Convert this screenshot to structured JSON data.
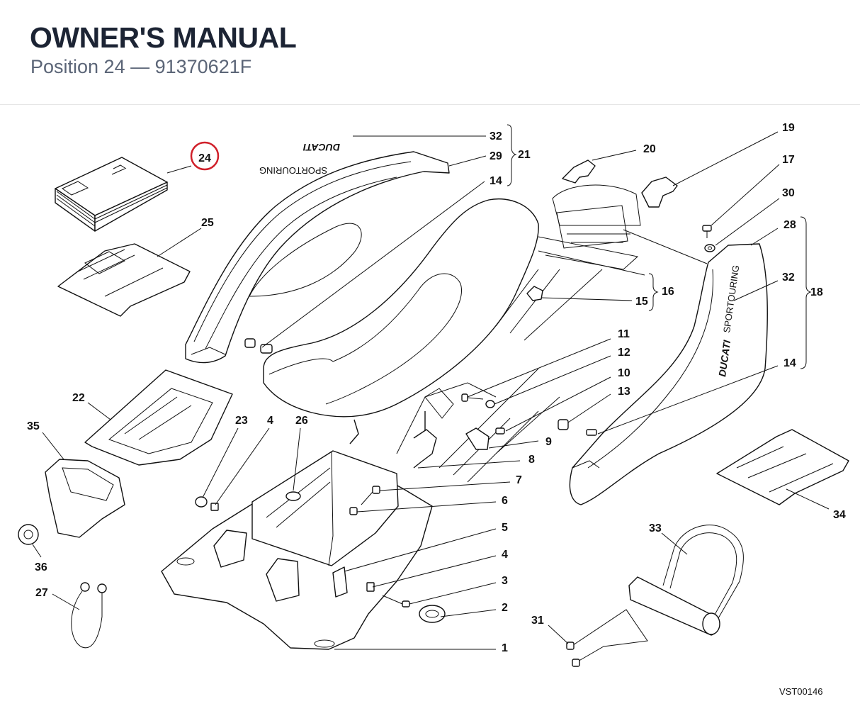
{
  "header": {
    "title": "OWNER'S MANUAL",
    "subtitle": "Position 24 — 91370621F"
  },
  "highlight": {
    "position": "24",
    "ring_color": "#d0202a"
  },
  "branding": {
    "brand": "DUCATI",
    "model": "SPORTOURING"
  },
  "callouts": {
    "c1": "1",
    "c2": "2",
    "c3": "3",
    "c4a": "4",
    "c4b": "4",
    "c5": "5",
    "c6": "6",
    "c7": "7",
    "c8": "8",
    "c9": "9",
    "c10": "10",
    "c11": "11",
    "c12": "12",
    "c13": "13",
    "c14a": "14",
    "c14b": "14",
    "c15": "15",
    "c16": "16",
    "c17": "17",
    "c18": "18",
    "c19": "19",
    "c20": "20",
    "c21": "21",
    "c22": "22",
    "c23": "23",
    "c25": "25",
    "c26": "26",
    "c27": "27",
    "c28": "28",
    "c29": "29",
    "c30": "30",
    "c31": "31",
    "c32a": "32",
    "c32b": "32",
    "c33": "33",
    "c34": "34",
    "c35": "35",
    "c36": "36"
  },
  "drawing_code": "VST00146"
}
